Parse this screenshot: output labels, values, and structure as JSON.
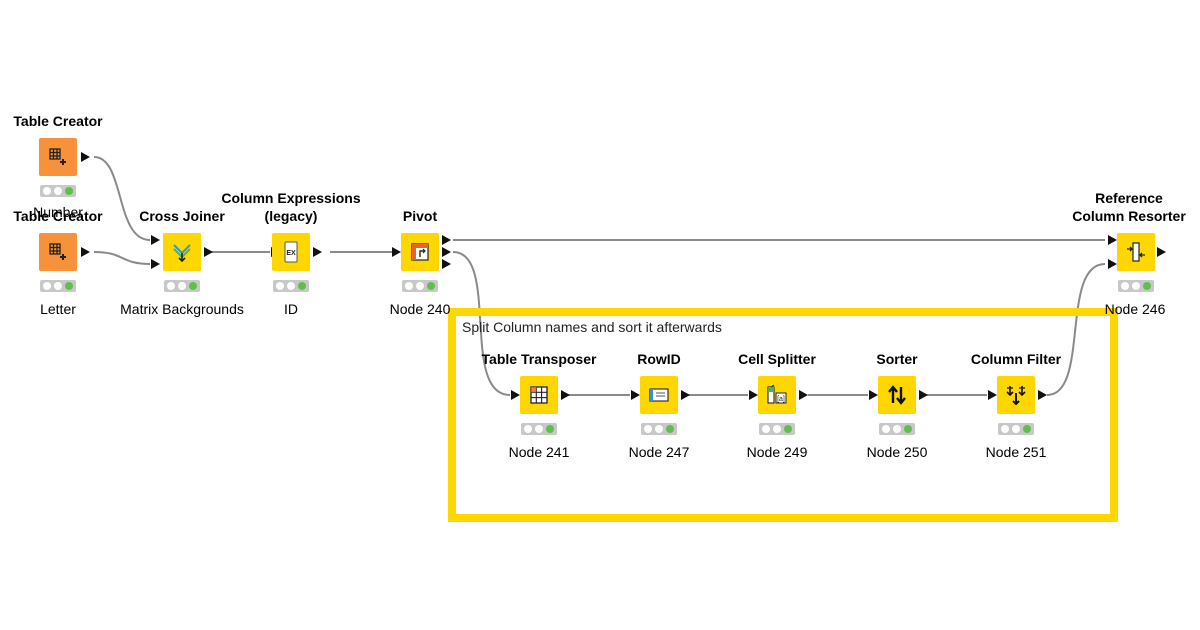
{
  "annotation": {
    "text": "Split Column names and sort it afterwards",
    "color": "#FFD700"
  },
  "colors": {
    "learner": "#FFD700",
    "source": "#F7913A",
    "ok": "#5ebf4b",
    "status_bg": "#c8c8c8"
  },
  "nodes": [
    {
      "id": "tc1",
      "title": "Table Creator",
      "label": "Number",
      "icon": "table-create-icon"
    },
    {
      "id": "tc2",
      "title": "Table Creator",
      "label": "Letter",
      "icon": "table-create-icon"
    },
    {
      "id": "cj",
      "title": "Cross Joiner",
      "label": "Matrix Backgrounds",
      "icon": "cross-join-icon"
    },
    {
      "id": "ce",
      "title": "Column Expressions\n(legacy)",
      "label": "ID",
      "icon": "expression-icon"
    },
    {
      "id": "pv",
      "title": "Pivot",
      "label": "Node 240",
      "icon": "pivot-icon"
    },
    {
      "id": "rcr",
      "title": "Reference\nColumn Resorter",
      "label": "Node 246",
      "icon": "column-resorter-icon"
    },
    {
      "id": "tt",
      "title": "Table Transposer",
      "label": "Node 241",
      "icon": "transpose-icon"
    },
    {
      "id": "rid",
      "title": "RowID",
      "label": "Node 247",
      "icon": "rowid-icon"
    },
    {
      "id": "cs",
      "title": "Cell Splitter",
      "label": "Node 249",
      "icon": "cell-splitter-icon"
    },
    {
      "id": "so",
      "title": "Sorter",
      "label": "Node 250",
      "icon": "sort-icon"
    },
    {
      "id": "cf",
      "title": "Column Filter",
      "label": "Node 251",
      "icon": "column-filter-icon"
    }
  ]
}
